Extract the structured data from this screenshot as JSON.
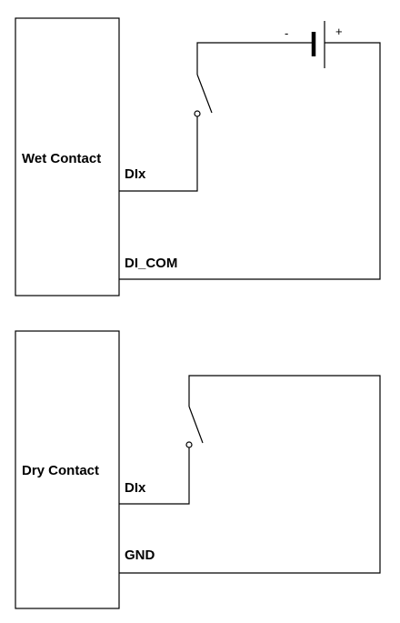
{
  "wet_circuit": {
    "device_label": "Wet Contact",
    "input_label": "DIx",
    "common_label": "DI_COM",
    "battery_negative": "-",
    "battery_positive": "+"
  },
  "dry_circuit": {
    "device_label": "Dry Contact",
    "input_label": "DIx",
    "common_label": "GND"
  }
}
